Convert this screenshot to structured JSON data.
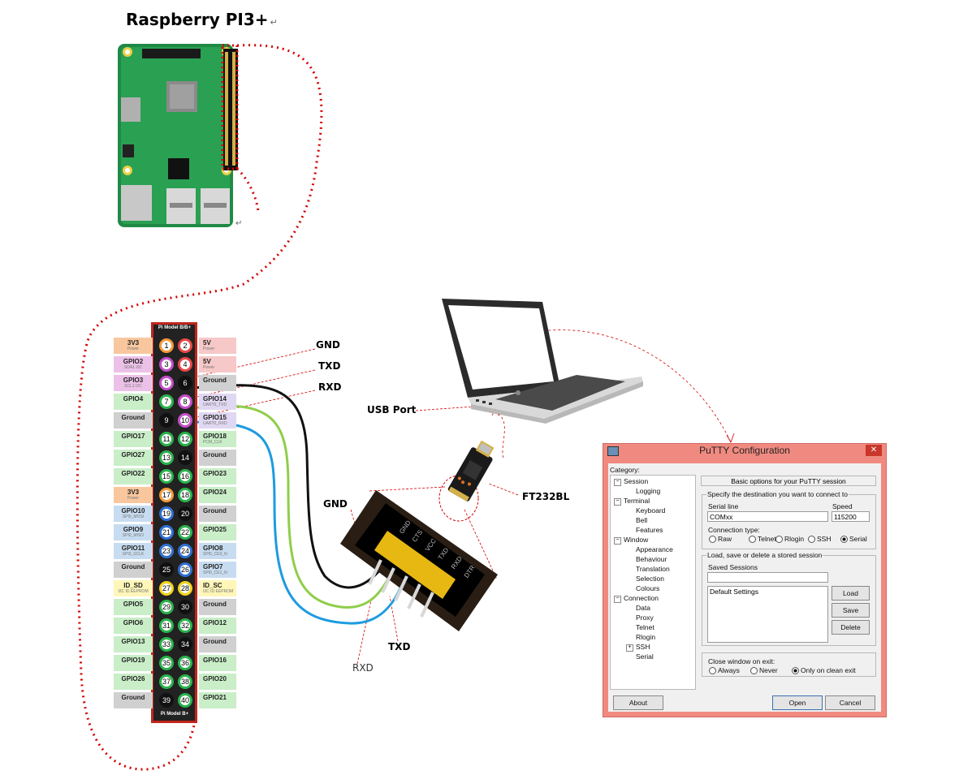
{
  "title": "Raspberry PI3+",
  "return_mark": "↵",
  "header": {
    "top_label": "Pi Model B/B+",
    "bottom_label": "Pi Model B+"
  },
  "pins": [
    {
      "num": "1",
      "color": "orange"
    },
    {
      "num": "2",
      "color": "red"
    },
    {
      "num": "3",
      "color": "purple"
    },
    {
      "num": "4",
      "color": "red"
    },
    {
      "num": "5",
      "color": "purple"
    },
    {
      "num": "6",
      "color": "black"
    },
    {
      "num": "7",
      "color": "green"
    },
    {
      "num": "8",
      "color": "purple"
    },
    {
      "num": "9",
      "color": "black"
    },
    {
      "num": "10",
      "color": "purple"
    },
    {
      "num": "11",
      "color": "green"
    },
    {
      "num": "12",
      "color": "green"
    },
    {
      "num": "13",
      "color": "green"
    },
    {
      "num": "14",
      "color": "black"
    },
    {
      "num": "15",
      "color": "green"
    },
    {
      "num": "16",
      "color": "green"
    },
    {
      "num": "17",
      "color": "orange"
    },
    {
      "num": "18",
      "color": "green"
    },
    {
      "num": "19",
      "color": "blue"
    },
    {
      "num": "20",
      "color": "black"
    },
    {
      "num": "21",
      "color": "blue"
    },
    {
      "num": "22",
      "color": "green"
    },
    {
      "num": "23",
      "color": "blue"
    },
    {
      "num": "24",
      "color": "blue"
    },
    {
      "num": "25",
      "color": "black"
    },
    {
      "num": "26",
      "color": "blue"
    },
    {
      "num": "27",
      "color": "yellow"
    },
    {
      "num": "28",
      "color": "yellow"
    },
    {
      "num": "29",
      "color": "green"
    },
    {
      "num": "30",
      "color": "black"
    },
    {
      "num": "31",
      "color": "green"
    },
    {
      "num": "32",
      "color": "green"
    },
    {
      "num": "33",
      "color": "green"
    },
    {
      "num": "34",
      "color": "black"
    },
    {
      "num": "35",
      "color": "green"
    },
    {
      "num": "36",
      "color": "green"
    },
    {
      "num": "37",
      "color": "green"
    },
    {
      "num": "38",
      "color": "green"
    },
    {
      "num": "39",
      "color": "black"
    },
    {
      "num": "40",
      "color": "green"
    }
  ],
  "left_labels": [
    {
      "name": "3V3",
      "sub": "Power",
      "bg": "#f9c79e"
    },
    {
      "name": "GPIO2",
      "sub": "SDA1 I2C",
      "bg": "#ecc1e8"
    },
    {
      "name": "GPIO3",
      "sub": "SCL1 I2C",
      "bg": "#ecc1e8"
    },
    {
      "name": "GPIO4",
      "sub": "",
      "bg": "#c9eec8"
    },
    {
      "name": "Ground",
      "sub": "",
      "bg": "#d0d0d0"
    },
    {
      "name": "GPIO17",
      "sub": "",
      "bg": "#c9eec8"
    },
    {
      "name": "GPIO27",
      "sub": "",
      "bg": "#c9eec8"
    },
    {
      "name": "GPIO22",
      "sub": "",
      "bg": "#c9eec8"
    },
    {
      "name": "3V3",
      "sub": "Power",
      "bg": "#f9c79e"
    },
    {
      "name": "GPIO10",
      "sub": "SPI0_MOSI",
      "bg": "#c7dcf0"
    },
    {
      "name": "GPIO9",
      "sub": "SPI0_MISO",
      "bg": "#c7dcf0"
    },
    {
      "name": "GPIO11",
      "sub": "SPI0_SCLK",
      "bg": "#c7dcf0"
    },
    {
      "name": "Ground",
      "sub": "",
      "bg": "#d0d0d0"
    },
    {
      "name": "ID_SD",
      "sub": "I2C ID EEPROM",
      "bg": "#fff6b8"
    },
    {
      "name": "GPIO5",
      "sub": "",
      "bg": "#c9eec8"
    },
    {
      "name": "GPIO6",
      "sub": "",
      "bg": "#c9eec8"
    },
    {
      "name": "GPIO13",
      "sub": "",
      "bg": "#c9eec8"
    },
    {
      "name": "GPIO19",
      "sub": "",
      "bg": "#c9eec8"
    },
    {
      "name": "GPIO26",
      "sub": "",
      "bg": "#c9eec8"
    },
    {
      "name": "Ground",
      "sub": "",
      "bg": "#d0d0d0"
    }
  ],
  "right_labels": [
    {
      "name": "5V",
      "sub": "Power",
      "bg": "#f6c8c8"
    },
    {
      "name": "5V",
      "sub": "Power",
      "bg": "#f6c8c8"
    },
    {
      "name": "Ground",
      "sub": "",
      "bg": "#d0d0d0"
    },
    {
      "name": "GPIO14",
      "sub": "UART0_TXD",
      "bg": "#e0d8f2"
    },
    {
      "name": "GPIO15",
      "sub": "UART0_RXD",
      "bg": "#e0d8f2"
    },
    {
      "name": "GPIO18",
      "sub": "PCM_CLK",
      "bg": "#c9eec8"
    },
    {
      "name": "Ground",
      "sub": "",
      "bg": "#d0d0d0"
    },
    {
      "name": "GPIO23",
      "sub": "",
      "bg": "#c9eec8"
    },
    {
      "name": "GPIO24",
      "sub": "",
      "bg": "#c9eec8"
    },
    {
      "name": "Ground",
      "sub": "",
      "bg": "#d0d0d0"
    },
    {
      "name": "GPIO25",
      "sub": "",
      "bg": "#c9eec8"
    },
    {
      "name": "GPIO8",
      "sub": "SPI0_CE0_N",
      "bg": "#c7dcf0"
    },
    {
      "name": "GPIO7",
      "sub": "SPI0_CE1_N",
      "bg": "#c7dcf0"
    },
    {
      "name": "ID_SC",
      "sub": "I2C ID EEPROM",
      "bg": "#fff6b8"
    },
    {
      "name": "Ground",
      "sub": "",
      "bg": "#d0d0d0"
    },
    {
      "name": "GPIO12",
      "sub": "",
      "bg": "#c9eec8"
    },
    {
      "name": "Ground",
      "sub": "",
      "bg": "#d0d0d0"
    },
    {
      "name": "GPIO16",
      "sub": "",
      "bg": "#c9eec8"
    },
    {
      "name": "GPIO20",
      "sub": "",
      "bg": "#c9eec8"
    },
    {
      "name": "GPIO21",
      "sub": "",
      "bg": "#c9eec8"
    }
  ],
  "wire_labels": {
    "gnd_top": "GND",
    "txd_top": "TXD",
    "rxd_top": "RXD",
    "gnd_mid": "GND",
    "rxd_bottom": "RXD",
    "txd_bottom": "TXD",
    "usb_port": "USB Port",
    "ft232bl": "FT232BL"
  },
  "connector_pins": [
    "GND",
    "CTS",
    "VCC",
    "TXD",
    "RXD",
    "DTR"
  ],
  "colors": {
    "dotted_red": "#d40000",
    "wire_black": "#111111",
    "wire_green": "#8fce4a",
    "wire_blue": "#1e9be0",
    "header_border": "#c0261d"
  },
  "putty": {
    "title": "PuTTY Configuration",
    "close": "✕",
    "category_label": "Category:",
    "tree": [
      {
        "label": "Session",
        "level": 0,
        "toggle": "−"
      },
      {
        "label": "Logging",
        "level": 1
      },
      {
        "label": "Terminal",
        "level": 0,
        "toggle": "−"
      },
      {
        "label": "Keyboard",
        "level": 1
      },
      {
        "label": "Bell",
        "level": 1
      },
      {
        "label": "Features",
        "level": 1
      },
      {
        "label": "Window",
        "level": 0,
        "toggle": "−"
      },
      {
        "label": "Appearance",
        "level": 1
      },
      {
        "label": "Behaviour",
        "level": 1
      },
      {
        "label": "Translation",
        "level": 1
      },
      {
        "label": "Selection",
        "level": 1
      },
      {
        "label": "Colours",
        "level": 1
      },
      {
        "label": "Connection",
        "level": 0,
        "toggle": "−"
      },
      {
        "label": "Data",
        "level": 1
      },
      {
        "label": "Proxy",
        "level": 1
      },
      {
        "label": "Telnet",
        "level": 1
      },
      {
        "label": "Rlogin",
        "level": 1
      },
      {
        "label": "SSH",
        "level": 1,
        "toggle": "+"
      },
      {
        "label": "Serial",
        "level": 1
      }
    ],
    "panel_header": "Basic options for your PuTTY session",
    "dest_label": "Specify the destination you want to connect to",
    "serial_line_label": "Serial line",
    "serial_line_value": "COMxx",
    "speed_label": "Speed",
    "speed_value": "115200",
    "conn_type_label": "Connection type:",
    "conn_types": [
      {
        "label": "Raw",
        "selected": false
      },
      {
        "label": "Telnet",
        "selected": false
      },
      {
        "label": "Rlogin",
        "selected": false
      },
      {
        "label": "SSH",
        "selected": false
      },
      {
        "label": "Serial",
        "selected": true
      }
    ],
    "load_save_label": "Load, save or delete a stored session",
    "saved_sessions_label": "Saved Sessions",
    "saved_sessions_value": "",
    "sessions_list": [
      "Default Settings"
    ],
    "load_btn": "Load",
    "save_btn": "Save",
    "delete_btn": "Delete",
    "close_exit_label": "Close window on exit:",
    "close_options": [
      {
        "label": "Always",
        "selected": false
      },
      {
        "label": "Never",
        "selected": false
      },
      {
        "label": "Only on clean exit",
        "selected": true
      }
    ],
    "about_btn": "About",
    "open_btn": "Open",
    "cancel_btn": "Cancel"
  }
}
